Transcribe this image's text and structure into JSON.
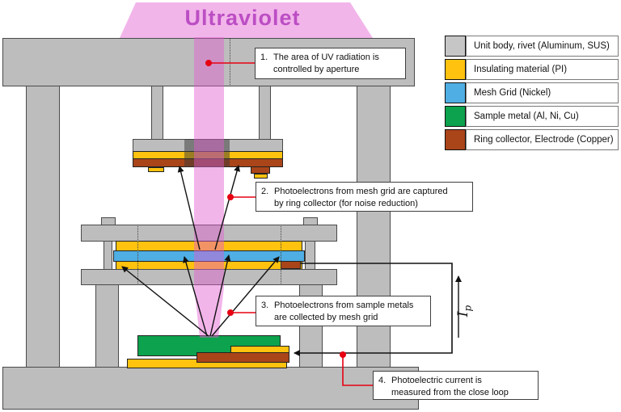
{
  "title": "Ultraviolet",
  "colors": {
    "unit_body_gray": "#BDBDBD",
    "insulator_yellow": "#FFC20E",
    "mesh_blue": "#4FAEE3",
    "sample_green": "#0DA24D",
    "copper_brown": "#A94519",
    "uv_beam_pink": "#F2B5EA",
    "uv_title_magenta": "#BC4EC4",
    "pointer_red": "#E60012"
  },
  "legend": {
    "items": [
      {
        "label": "Unit body, rivet (Aluminum, SUS)",
        "color": "#C6C6C6"
      },
      {
        "label": "Insulating material (PI)",
        "color": "#FFC20E"
      },
      {
        "label": "Mesh Grid (Nickel)",
        "color": "#4FAEE3"
      },
      {
        "label": "Sample metal (Al, Ni, Cu)",
        "color": "#0DA24D"
      },
      {
        "label": "Ring collector, Electrode (Copper)",
        "color": "#A94519"
      }
    ]
  },
  "annotations": [
    {
      "num": "1.",
      "lines": [
        "The area of UV radiation is",
        "controlled by aperture"
      ]
    },
    {
      "num": "2.",
      "lines": [
        "Photoelectrons from mesh grid are captured",
        "by ring collector (for noise reduction)"
      ]
    },
    {
      "num": "3.",
      "lines": [
        "Photoelectrons from sample metals",
        "are collected by mesh grid"
      ]
    },
    {
      "num": "4.",
      "lines": [
        "Photoelectric current is",
        "measured from the close loop"
      ]
    }
  ],
  "current_label": {
    "symbol": "I",
    "subscript": "p"
  }
}
